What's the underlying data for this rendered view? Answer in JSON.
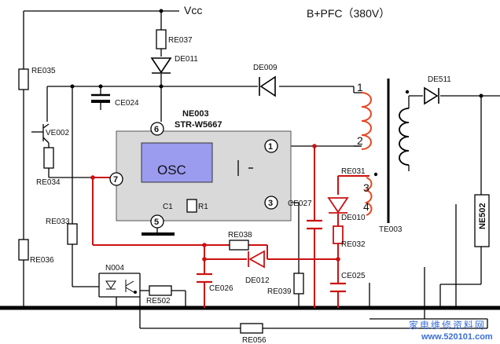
{
  "rails": {
    "vcc": "Vcc",
    "bpfc": "B+PFC（380V）"
  },
  "ic": {
    "ref": "NE003",
    "part": "STR-W5667",
    "block": "OSC",
    "pins": {
      "p1": "1",
      "p3": "3",
      "p5": "5",
      "p6": "6",
      "p7": "7"
    }
  },
  "transformer": {
    "ref": "TE003",
    "windings": {
      "w1": "1",
      "w2": "2",
      "w3": "3",
      "w4": "4"
    }
  },
  "components": {
    "re037": "RE037",
    "de011": "DE011",
    "re035": "RE035",
    "ve002": "VE002",
    "ce024": "CE024",
    "de009": "DE009",
    "de511": "DE511",
    "re034": "RE034",
    "c1": "C1",
    "r1": "R1",
    "re031": "RE031",
    "ce027": "CE027",
    "de010": "DE010",
    "re032": "RE032",
    "re033": "RE033",
    "re036": "RE036",
    "re038": "RE038",
    "de012": "DE012",
    "ce025": "CE025",
    "n004": "N004",
    "ce026": "CE026",
    "re039": "RE039",
    "re502": "RE502",
    "ne502": "NE502",
    "re056": "RE056"
  },
  "watermark": {
    "cn": "家电维修资料网",
    "url": "www.520101.com"
  },
  "colors": {
    "wire": "#000000",
    "feedback_wire": "#cc1111",
    "coil": "#e8451e",
    "ic_body": "#d9d9d9",
    "osc_block": "#9b9bf0",
    "watermark": "#3b6fd6"
  }
}
